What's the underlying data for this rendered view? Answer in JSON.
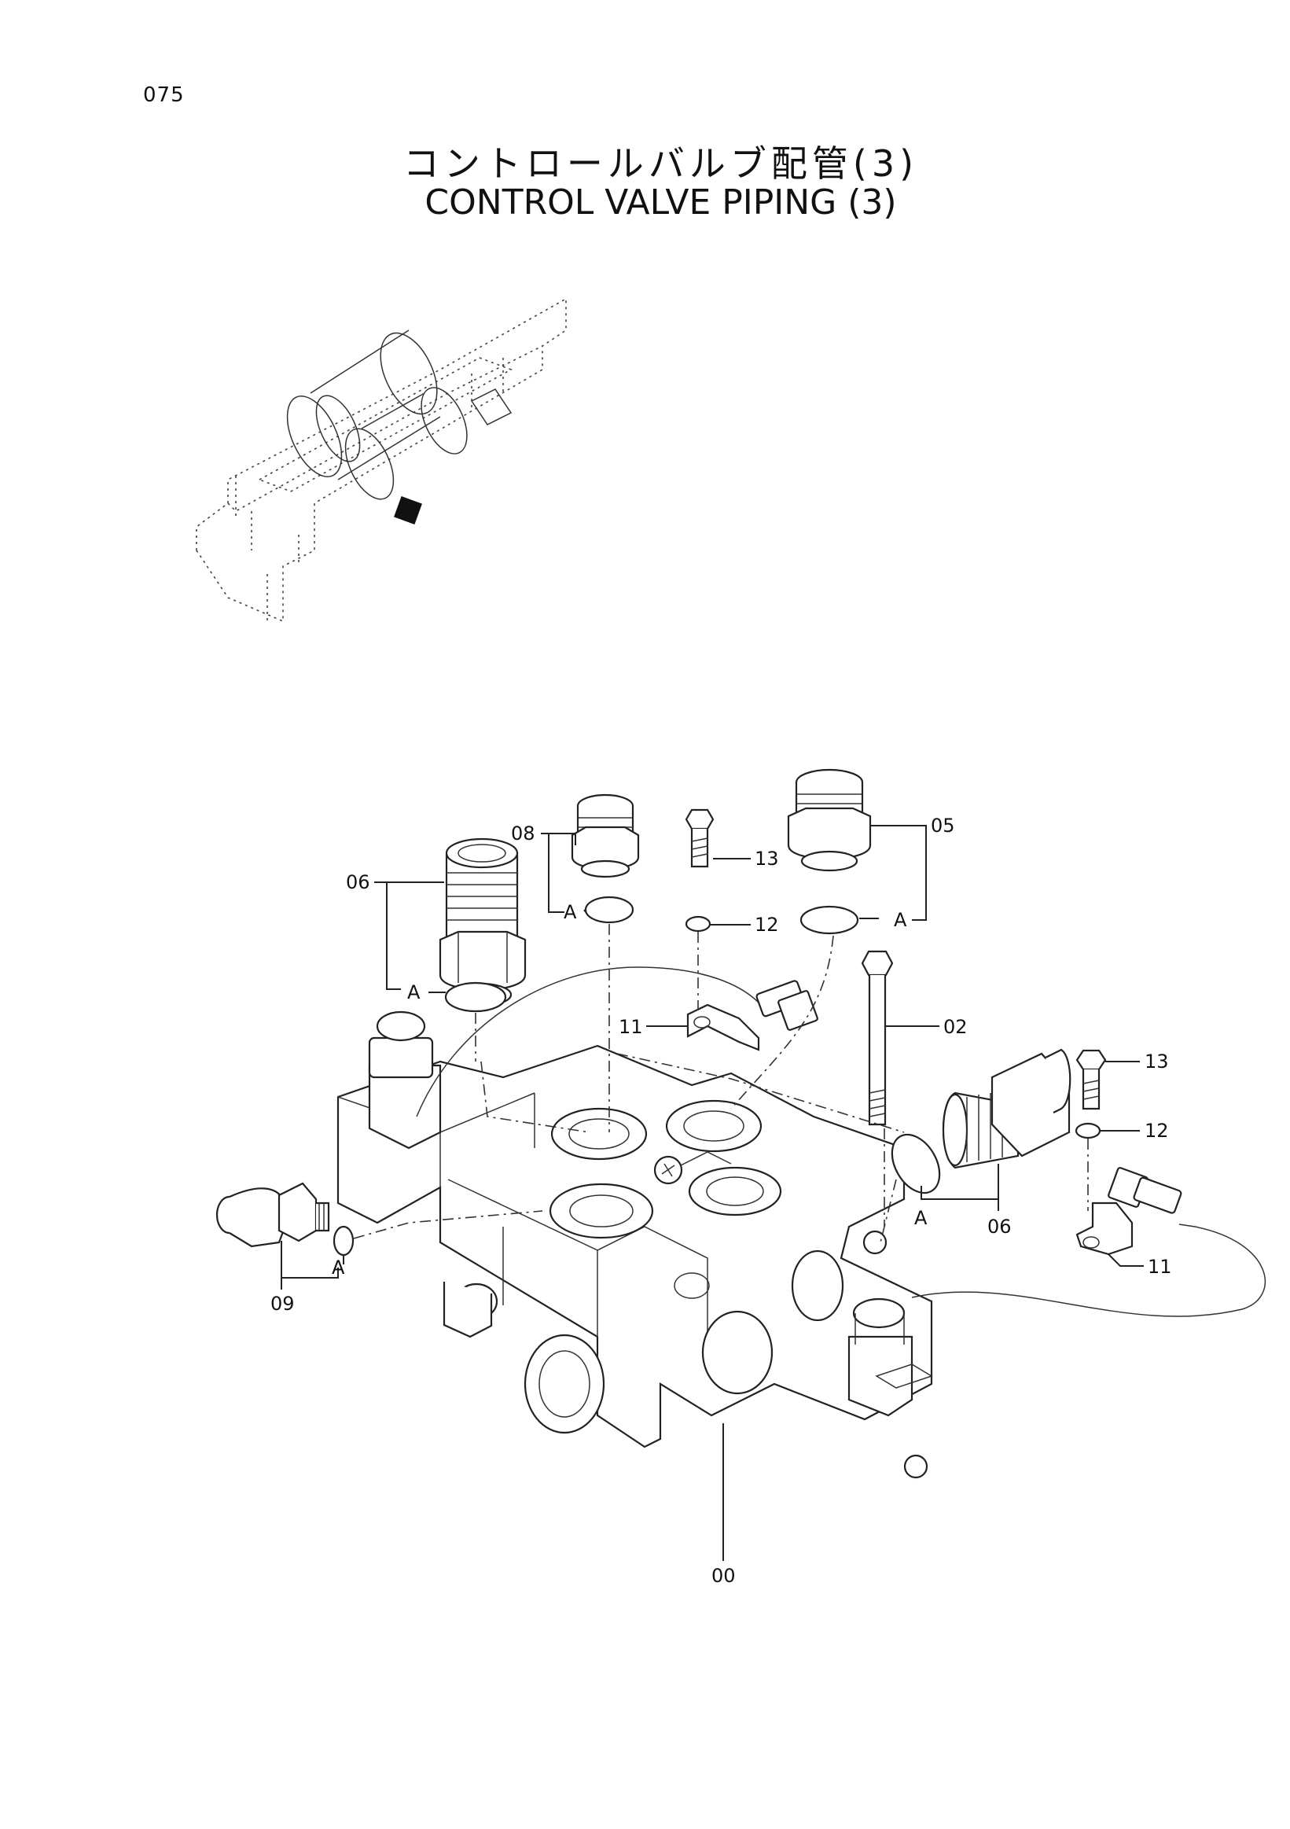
{
  "page": {
    "number": "075"
  },
  "title": {
    "japanese": "コントロールバルブ配管(3)",
    "english": "CONTROL VALVE PIPING (3)"
  },
  "diagram": {
    "callouts": [
      {
        "id": "callout-08",
        "label": "08"
      },
      {
        "id": "callout-05",
        "label": "05"
      },
      {
        "id": "callout-13-top",
        "label": "13"
      },
      {
        "id": "callout-12-top",
        "label": "12"
      },
      {
        "id": "callout-06-left",
        "label": "06"
      },
      {
        "id": "callout-11-top",
        "label": "11"
      },
      {
        "id": "callout-02",
        "label": "02"
      },
      {
        "id": "callout-13-right",
        "label": "13"
      },
      {
        "id": "callout-12-right",
        "label": "12"
      },
      {
        "id": "callout-06-right",
        "label": "06"
      },
      {
        "id": "callout-11-right",
        "label": "11"
      },
      {
        "id": "callout-09",
        "label": "09"
      },
      {
        "id": "callout-00",
        "label": "00"
      }
    ],
    "reference_marks": [
      {
        "id": "ref-a-08",
        "label": "A"
      },
      {
        "id": "ref-a-05",
        "label": "A"
      },
      {
        "id": "ref-a-06-left",
        "label": "A"
      },
      {
        "id": "ref-a-06-right",
        "label": "A"
      },
      {
        "id": "ref-a-09",
        "label": "A"
      }
    ]
  }
}
